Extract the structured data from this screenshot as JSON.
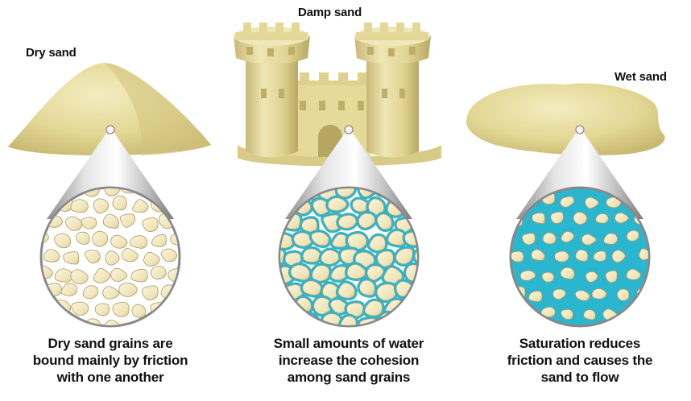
{
  "panels": [
    {
      "title": "Dry sand",
      "caption": [
        "Dry sand grains are",
        "bound mainly by friction",
        "with one another"
      ],
      "fill": "#ffffff"
    },
    {
      "title": "Damp sand",
      "caption": [
        "Small amounts of water",
        "increase the cohesion",
        "among sand grains"
      ],
      "fill": "#ffffff"
    },
    {
      "title": "Wet sand",
      "caption": [
        "Saturation reduces",
        "friction and causes the",
        "sand to flow"
      ],
      "fill": "#2bb6cf"
    }
  ],
  "colors": {
    "sand": "#e9dfa4",
    "sand_shadow": "#cfc07c",
    "grain": "#f2e7bf",
    "grain_edge": "#a89a6a",
    "water": "#2bb6cf",
    "lens": "#c9c9c9"
  }
}
